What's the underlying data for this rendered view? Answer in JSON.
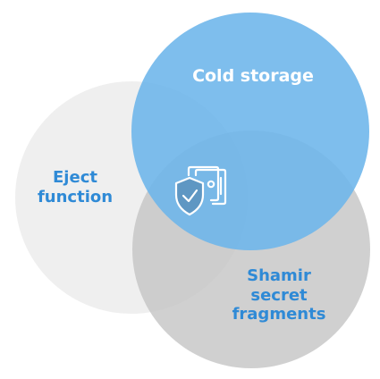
{
  "diagram": {
    "sets": [
      {
        "id": "cold-storage",
        "lines": [
          "Cold storage"
        ],
        "color": "#7bbcec"
      },
      {
        "id": "eject-function",
        "lines": [
          "Eject",
          "function"
        ],
        "color": "#ededed"
      },
      {
        "id": "shamir-secret-fragments",
        "lines": [
          "Shamir",
          "secret",
          "fragments"
        ],
        "color": "#c9c9c9"
      }
    ],
    "center_icon": "shield-with-safe-icon",
    "colors": {
      "label_blue": "#2f8ad6",
      "label_white": "#ffffff",
      "center_overlap": "#5b96c2",
      "icon_stroke": "#ffffff"
    }
  }
}
